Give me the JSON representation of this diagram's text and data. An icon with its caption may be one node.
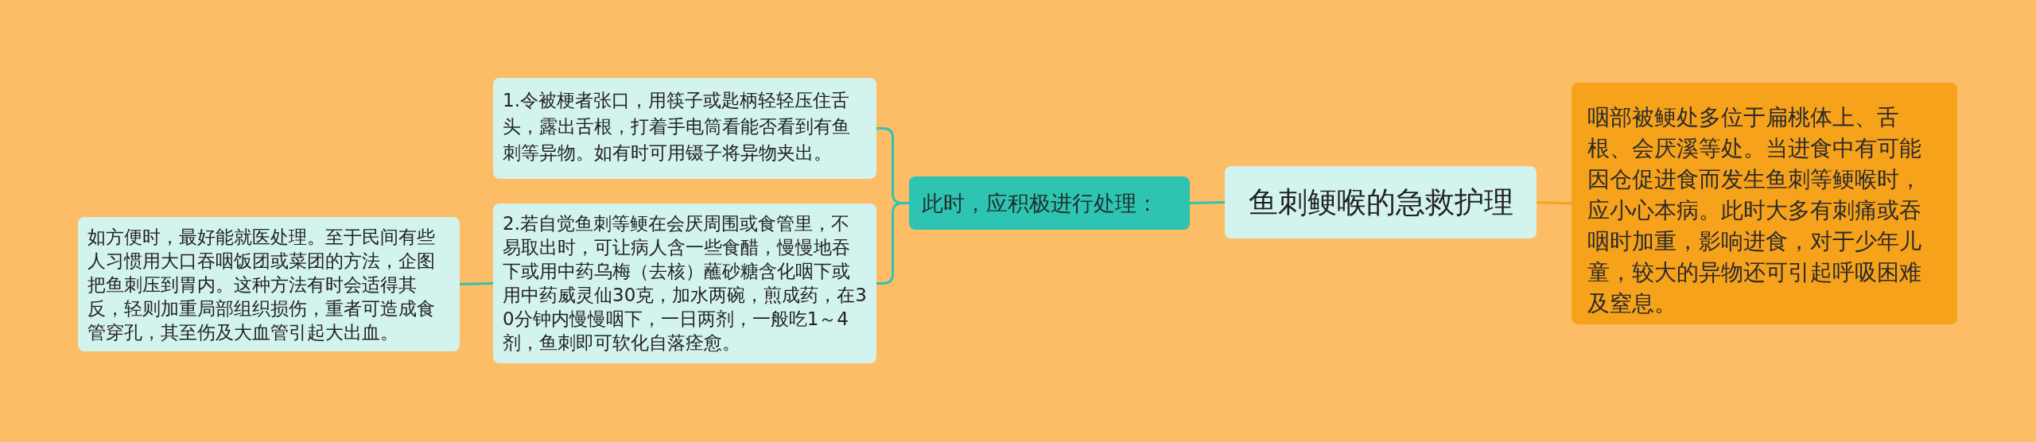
{
  "diagram": {
    "nodes": [
      {
        "text": [
          "鱼刺鲠喉的急救护理"
        ]
      },
      {
        "text": [
          "咽部被鲠处多位于扁桃体上、舌根、会厌溪等处。当进食中有可能因仓促进食而发生鱼刺等鲠喉时，应小心本病。此时大多有刺痛或吞咽时加重，影响进食，对于少年儿童，较大的异物还可引起呼吸困难及窒息。"
        ]
      },
      {
        "text": [
          "此时，应积极进行处理："
        ]
      },
      {
        "text": [
          "1.令被梗者张口，用筷子或匙柄轻轻压住舌头，露出舌根，打着手电筒看能否看到有鱼刺等异物。如有时可用镊子将异物夹出。"
        ]
      },
      {
        "text": [
          "2.若自觉鱼刺等鲠在会厌周围或食管里，不易取出时，可让病人含一些食醋，慢慢地吞下或用中药乌梅（去核）蘸砂糖含化咽下或用中药威灵仙30克，加水两碗，煎成药，在30分钟内慢慢咽下，一日两剂，一般吃1～4剂，鱼刺即可软化自落痊愈。"
        ]
      },
      {
        "text": [
          "如方便时，最好能就医处理。至于民间有些人习惯用大口吞咽饭团或菜团的方法，企图把鱼刺压到胃内。这种方法有时会适得其反，轻则加重局部组织损伤，重者可造成食管穿孔，其至伤及大血管引起大出血。"
        ]
      }
    ],
    "edges": [
      {
        "from": 0,
        "to": 1,
        "arrow": "none",
        "color": "#f7a21b"
      },
      {
        "from": 0,
        "to": 2,
        "arrow": "none"
      },
      {
        "from": 2,
        "to": 3,
        "arrow": "none"
      },
      {
        "from": 2,
        "to": 4,
        "arrow": "none"
      },
      {
        "from": 4,
        "to": 5,
        "arrow": "none"
      }
    ]
  }
}
